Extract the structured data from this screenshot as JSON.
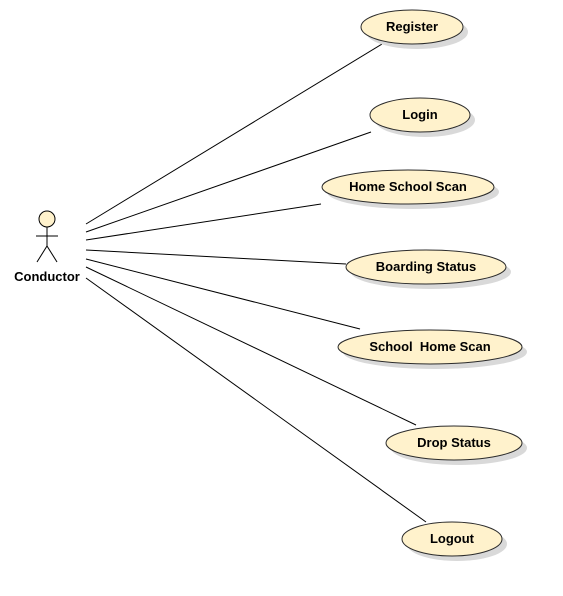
{
  "actor": {
    "label": "Conductor"
  },
  "use_cases": [
    {
      "id": "register",
      "label": "Register"
    },
    {
      "id": "login",
      "label": "Login"
    },
    {
      "id": "home-school-scan",
      "label": "Home School Scan"
    },
    {
      "id": "boarding-status",
      "label": "Boarding Status"
    },
    {
      "id": "school-home-scan",
      "label": "School  Home Scan"
    },
    {
      "id": "drop-status",
      "label": "Drop Status"
    },
    {
      "id": "logout",
      "label": "Logout"
    }
  ],
  "colors": {
    "use_case_fill": "#fff2cc",
    "use_case_border": "#2b2b2b",
    "shadow": "#d9d9d9",
    "line": "#000000"
  }
}
